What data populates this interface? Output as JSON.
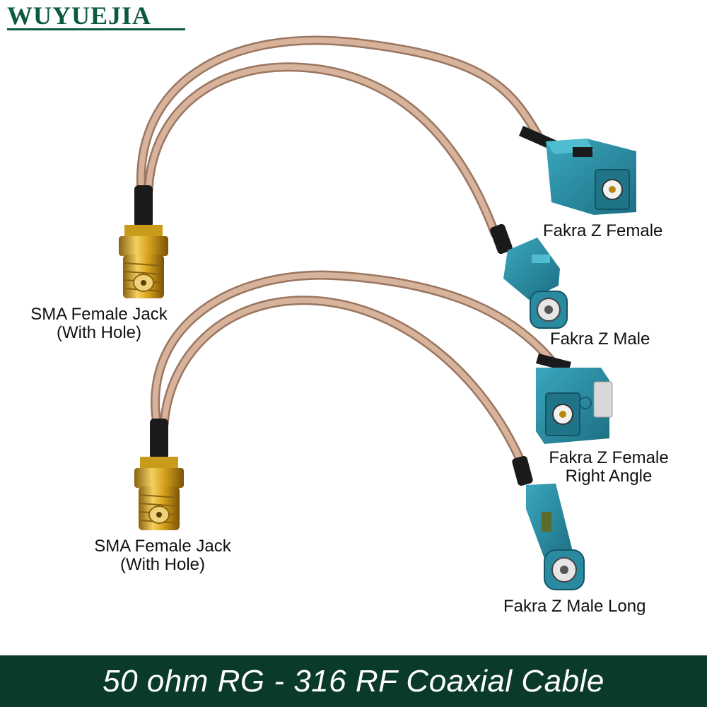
{
  "brand": {
    "name": "WUYUEJIA"
  },
  "labels": {
    "sma_top_1": "SMA Female Jack",
    "sma_top_2": "(With Hole)",
    "sma_bottom_1": "SMA Female Jack",
    "sma_bottom_2": "(With Hole)",
    "fakra_z_female": "Fakra Z Female",
    "fakra_z_male": "Fakra Z Male",
    "fakra_z_female_ra_1": "Fakra Z Female",
    "fakra_z_female_ra_2": "Right Angle",
    "fakra_z_male_long": "Fakra Z Male Long"
  },
  "footer": {
    "text": "50 ohm RG - 316 RF Coaxial Cable"
  },
  "colors": {
    "brand": "#0b5a3c",
    "footer_bg": "#0a3a2a",
    "fakra_teal": "#2a8aa0",
    "cable": "#c9a48a",
    "sma_gold": "#d4a017"
  }
}
